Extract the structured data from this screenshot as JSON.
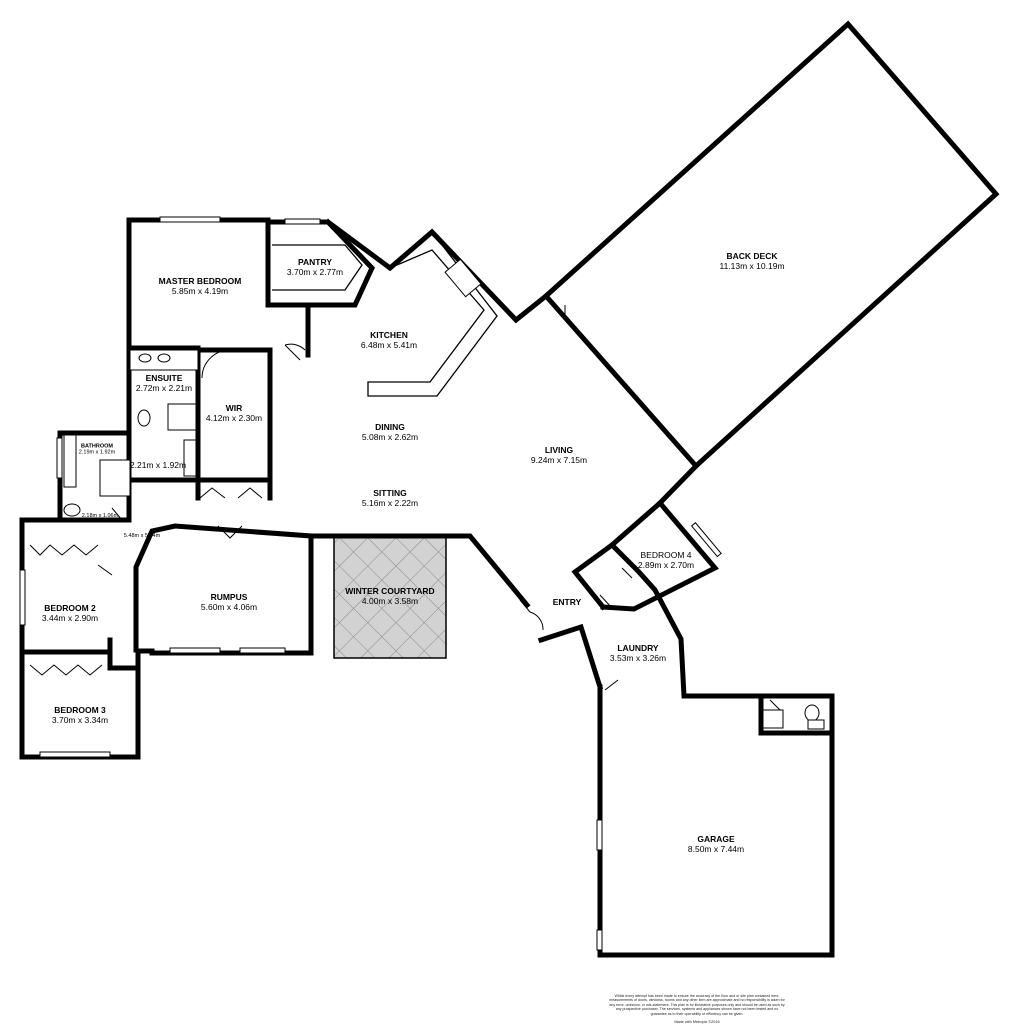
{
  "rooms": [
    {
      "key": "back_deck",
      "name": "BACK DECK",
      "dims": "11.13m x 10.19m"
    },
    {
      "key": "master_bedroom",
      "name": "MASTER BEDROOM",
      "dims": "5.85m x 4.19m"
    },
    {
      "key": "pantry",
      "name": "PANTRY",
      "dims": "3.70m x 2.77m"
    },
    {
      "key": "kitchen",
      "name": "KITCHEN",
      "dims": "6.48m x 5.41m"
    },
    {
      "key": "ensuite",
      "name": "ENSUITE",
      "dims": "2.72m x 2.21m"
    },
    {
      "key": "wir",
      "name": "WIR",
      "dims": "4.12m x 2.30m"
    },
    {
      "key": "dining",
      "name": "DINING",
      "dims": "5.08m x 2.62m"
    },
    {
      "key": "living",
      "name": "LIVING",
      "dims": "9.24m x 7.15m"
    },
    {
      "key": "bathroom",
      "name": "BATHROOM",
      "dims": "2.19m x 1.92m"
    },
    {
      "key": "sitting",
      "name": "SITTING",
      "dims": "5.16m x 2.22m"
    },
    {
      "key": "bedroom4",
      "name": "BEDROOM 4",
      "dims": "2.89m x 2.70m"
    },
    {
      "key": "rumpus",
      "name": "RUMPUS",
      "dims": "5.60m x 4.06m"
    },
    {
      "key": "winter_courtyard",
      "name": "WINTER COURTYARD",
      "dims": "4.00m x 3.58m"
    },
    {
      "key": "bedroom2",
      "name": "BEDROOM 2",
      "dims": "3.44m x 2.90m"
    },
    {
      "key": "entry",
      "name": "ENTRY",
      "dims": ""
    },
    {
      "key": "laundry",
      "name": "LAUNDRY",
      "dims": "3.53m x 3.26m"
    },
    {
      "key": "bedroom3",
      "name": "BEDROOM 3",
      "dims": "3.70m x 3.34m"
    },
    {
      "key": "garage",
      "name": "GARAGE",
      "dims": "8.50m x 7.44m"
    }
  ],
  "notes": {
    "shower_room": "2.21m x 1.92m",
    "toilet_room": "2.18m x 1.06m",
    "hallway": "5.48m x 5.34m"
  },
  "disclaimer": "Whilst every attempt has been made to ensure the accuracy of the floor and or site plan contained here, measurements of doors, windows, rooms and any other item are approximate and no responsibility is taken for any error, omission, or mis-statement. This plan is for illustrative purposes only and should be used as such by any prospective purchaser. The services, systems and appliances shown have not been tested and no guarantee as to their operability or efficiency can be given.",
  "credit": "Made with Metropix ©2016"
}
